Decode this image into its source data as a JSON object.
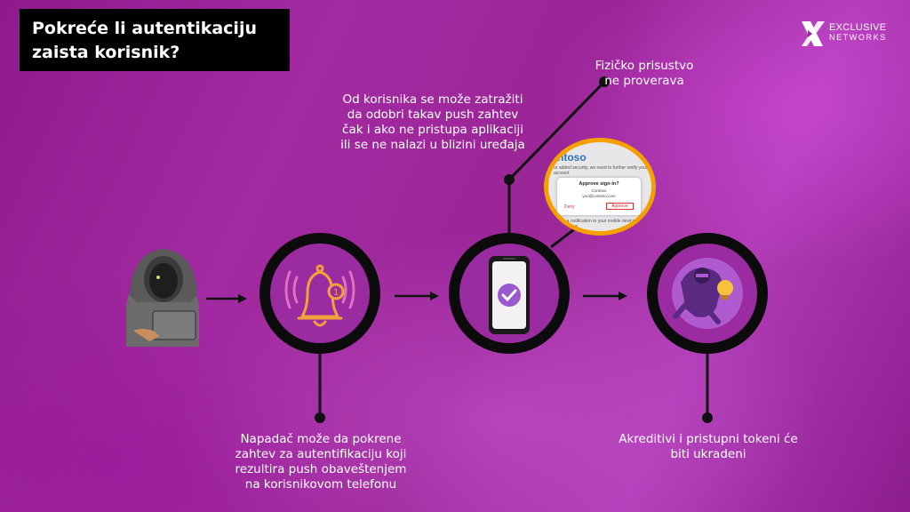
{
  "title": {
    "line1": "Pokreće li autentikaciju",
    "line2": "zaista korisnik?"
  },
  "logo": {
    "line1": "EXCLUSIVE",
    "line2": "NETWORKS"
  },
  "captions": {
    "physical": [
      "Fizičko prisustvo",
      "ne proverava"
    ],
    "push_request": [
      "Od korisnika se može zatražiti",
      "da odobri takav push zahtev",
      "čak i ako ne pristupa aplikaciji",
      "ili se ne nalazi u blizini uređaja"
    ],
    "attacker": [
      "Napadač može da pokrene",
      "zahtev za autentifikaciju koji",
      "rezultira push obaveštenjem",
      "na korisnikovom telefonu"
    ],
    "stolen": [
      "Akreditivi i pristupni tokeni će",
      "biti ukradeni"
    ]
  },
  "screenshot": {
    "brand": "ntoso",
    "top_text": "ur added security, we need to further verify your account",
    "dialog_title": "Approve sign-in?",
    "dialog_line1": "Contoso",
    "dialog_line2": "you@contoso.com",
    "deny": "Deny",
    "approve": "Approve",
    "bottom_text": "ve a notification to your mobile device. to continue."
  },
  "icons": {
    "attacker": "hooded-hacker-icon",
    "notification": "bell-notification-icon",
    "phone": "phone-check-icon",
    "thief": "thief-idea-icon"
  },
  "colors": {
    "accent_orange": "#f5a000",
    "ring": "#000000",
    "circle_fill": "#9b2ba0"
  }
}
